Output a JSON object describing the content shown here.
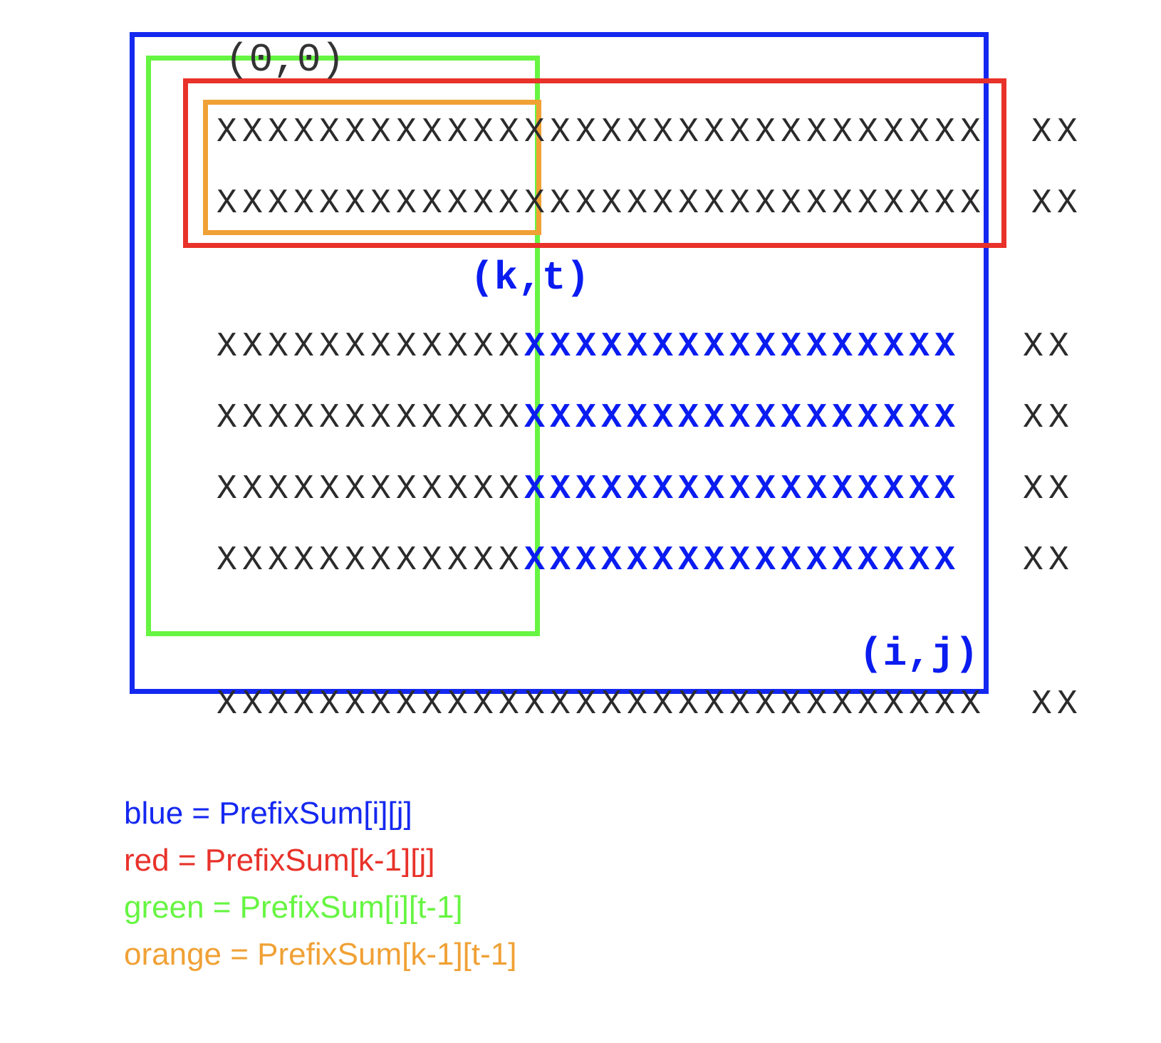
{
  "colors": {
    "blue": "#1428f0",
    "red": "#e8322a",
    "green": "#66f542",
    "orange": "#f0a135"
  },
  "labels": {
    "origin": "(0,0)",
    "kt": "(k,t)",
    "ij": "(i,j)"
  },
  "rows": [
    {
      "left": "XXXXXXXXXXXXXXXXXXXXXXXXXXXXXX",
      "right": "",
      "tail": "XX"
    },
    {
      "left": "XXXXXXXXXXXXXXXXXXXXXXXXXXXXXX",
      "right": "",
      "tail": "XX"
    },
    {
      "left": "XXXXXXXXXXXX",
      "right": "XXXXXXXXXXXXXXXXX",
      "tail": "XX"
    },
    {
      "left": "XXXXXXXXXXXX",
      "right": "XXXXXXXXXXXXXXXXX",
      "tail": "XX"
    },
    {
      "left": "XXXXXXXXXXXX",
      "right": "XXXXXXXXXXXXXXXXX",
      "tail": "XX"
    },
    {
      "left": "XXXXXXXXXXXX",
      "right": "XXXXXXXXXXXXXXXXX",
      "tail": "XX"
    },
    {
      "left": "XXXXXXXXXXXXXXXXXXXXXXXXXXXXXX",
      "right": "",
      "tail": "XX"
    }
  ],
  "legend": [
    {
      "text": "blue = PrefixSum[i][j]",
      "color": "#1428f0"
    },
    {
      "text": "red = PrefixSum[k-1][j]",
      "color": "#e8322a"
    },
    {
      "text": "green = PrefixSum[i][t-1]",
      "color": "#66f542"
    },
    {
      "text": "orange = PrefixSum[k-1][t-1]",
      "color": "#f0a135"
    }
  ]
}
